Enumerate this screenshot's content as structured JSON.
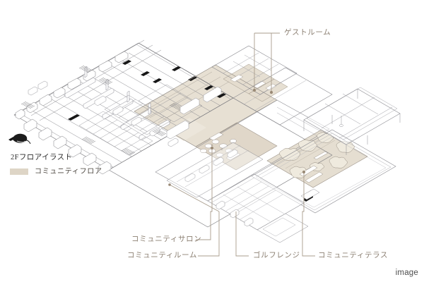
{
  "figure": {
    "title": "2Fフロアイラスト",
    "watermark": "image",
    "logo_icon": "leaf-logo-icon"
  },
  "legend": {
    "swatch_color": "#ded5c6",
    "swatch_label": "コミュニティフロア"
  },
  "callouts": {
    "guestroom": "ゲストルーム",
    "community_salon": "コミュニティサロン",
    "community_room": "コミュニティルーム",
    "golf_range": "ゴルフレンジ",
    "community_terrace": "コミュニティテラス"
  },
  "colors": {
    "background": "#ffffff",
    "line": "#6f6f73",
    "line_light": "#a8a8ad",
    "community_fill": "#ded5c6",
    "community_fill_light": "#e8e1d5",
    "leader_line": "#a89c8c",
    "label_text": "#8c8073",
    "title_text": "#2b2b2b",
    "accent_dark": "#1a1a1a"
  }
}
